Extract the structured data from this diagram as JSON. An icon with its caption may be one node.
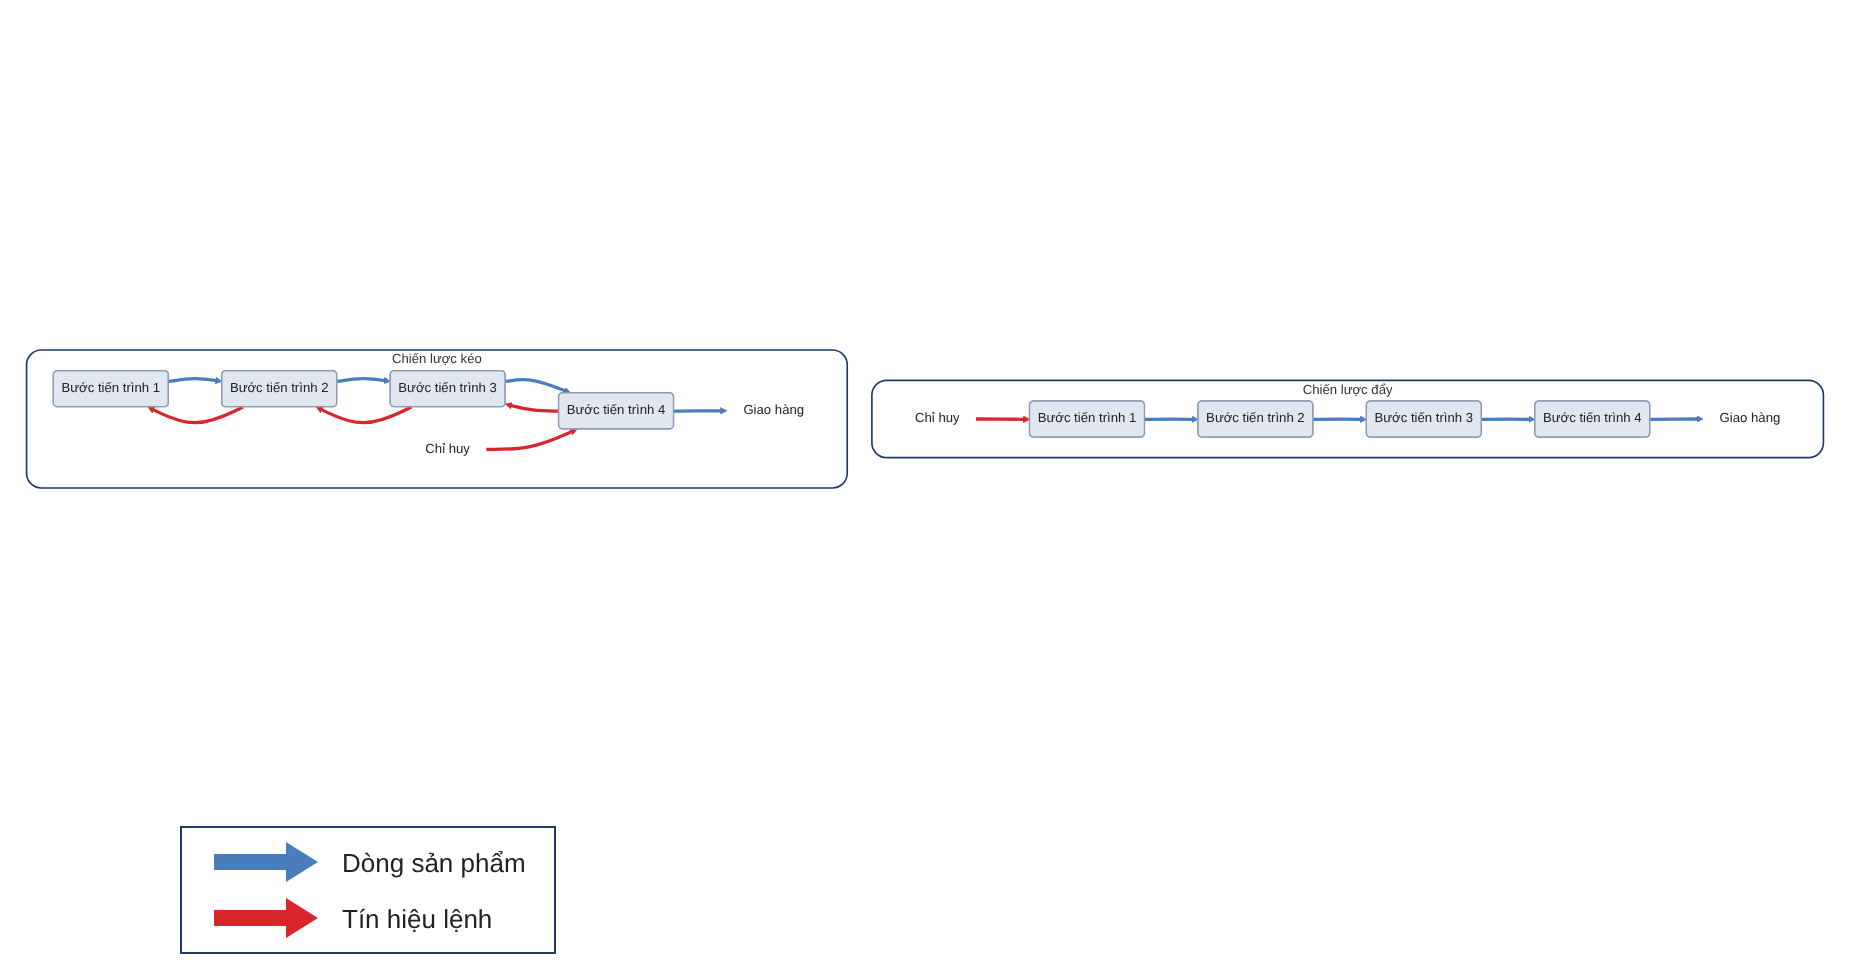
{
  "diagram": {
    "nodes": [
      {
        "text": [
          "Chiến lược đẩy"
        ]
      },
      {
        "text": [
          "Chỉ huy"
        ],
        "in": 0
      },
      {
        "text": [
          "Bước tiến trình 1"
        ],
        "in": 0
      },
      {
        "text": [
          "Bước tiến trình 2"
        ],
        "in": 0
      },
      {
        "text": [
          "Bước tiến trình 3"
        ],
        "in": 0
      },
      {
        "text": [
          "Bước tiến trình 4"
        ],
        "in": 0
      },
      {
        "text": [
          "Giao hàng"
        ],
        "in": 0
      },
      {
        "text": [
          "Chiến lược kéo"
        ]
      },
      {
        "text": [
          "Bước tiến trình 1"
        ],
        "in": 7
      },
      {
        "text": [
          "Bước tiến trình 2"
        ],
        "in": 7
      },
      {
        "text": [
          "Bước tiến trình 3"
        ],
        "in": 7
      },
      {
        "text": [
          "Bước tiến trình 4"
        ],
        "in": 7
      },
      {
        "text": [
          "Giao hàng"
        ],
        "in": 7
      },
      {
        "text": [
          "Chỉ huy"
        ],
        "in": 7
      }
    ],
    "edges": [
      {
        "from": 1,
        "to": 2,
        "arrow": "to",
        "color": "#d9262a"
      },
      {
        "from": 2,
        "to": 3,
        "arrow": "to"
      },
      {
        "from": 3,
        "to": 4,
        "arrow": "to"
      },
      {
        "from": 4,
        "to": 5,
        "arrow": "to"
      },
      {
        "from": 5,
        "to": 6,
        "arrow": "to"
      },
      {
        "from": 8,
        "to": 9,
        "arrow": "to"
      },
      {
        "from": 9,
        "to": 10,
        "arrow": "to"
      },
      {
        "from": 10,
        "to": 11,
        "arrow": "to"
      },
      {
        "from": 11,
        "to": 12,
        "arrow": "to"
      },
      {
        "from": 13,
        "to": 11,
        "arrow": "to",
        "color": "#d9262a"
      },
      {
        "from": 9,
        "to": 8,
        "arrow": "to",
        "color": "#d9262a"
      },
      {
        "from": 10,
        "to": 9,
        "arrow": "to",
        "color": "#d9262a"
      },
      {
        "from": 11,
        "to": 10,
        "arrow": "to",
        "color": "#d9262a"
      }
    ],
    "legend": [
      {
        "text": "Dòng sản phẩm"
      },
      {
        "text": "Tín hiệu lệnh"
      }
    ]
  }
}
